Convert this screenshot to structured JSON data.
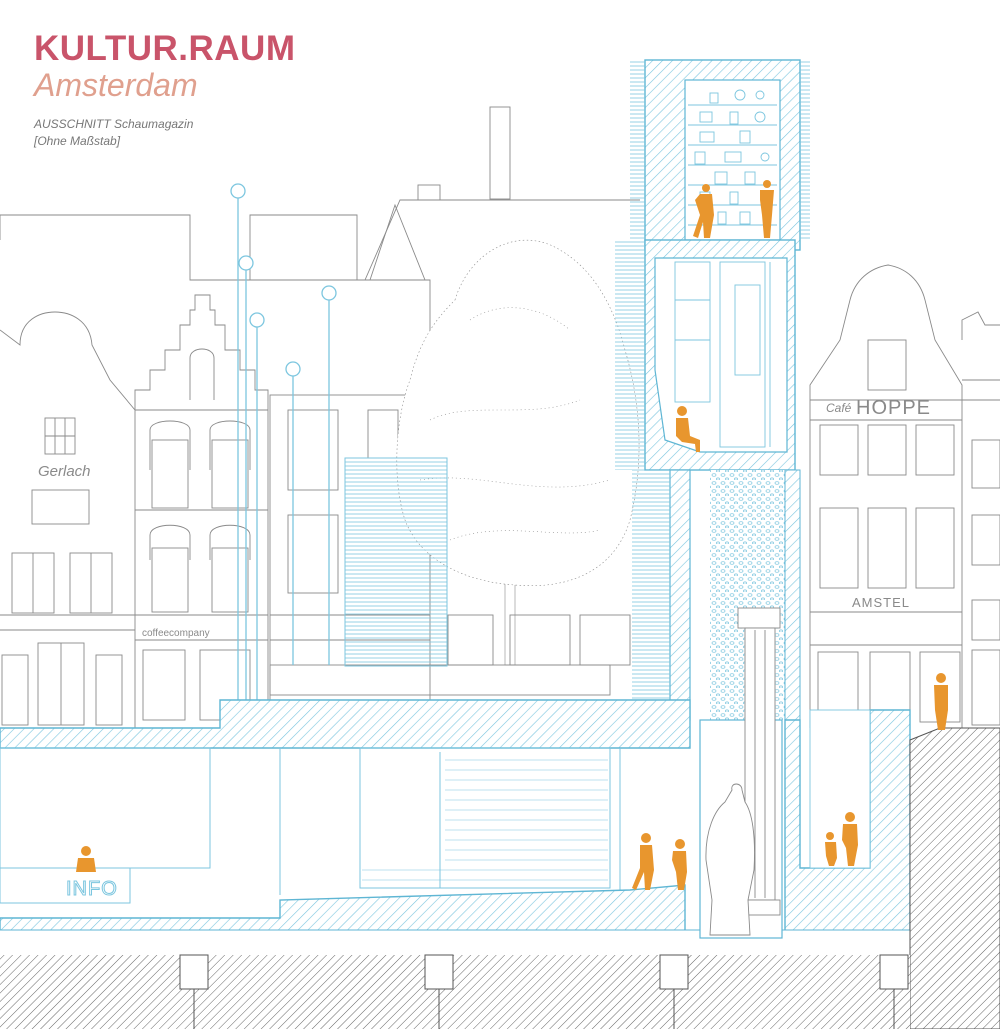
{
  "title": {
    "main": "KULTUR.RAUM",
    "city": "Amsterdam",
    "subtitle": "AUSSCHNITT Schaumagazin",
    "scale": "[Ohne Maßstab]"
  },
  "labels": {
    "gerlach": "Gerlach",
    "coffee": "coffeecompany",
    "cafe_script": "Café",
    "cafe_name": "HOPPE",
    "amstel": "AMSTEL",
    "info": "INFO"
  },
  "colors": {
    "section_blue": "#5fb6d4",
    "hatch_blue": "#7cc6df",
    "figure_orange": "#e8962e",
    "line_grey": "#8a8a8a",
    "title_red": "#c9546a",
    "title_salmon": "#e0a08e"
  }
}
